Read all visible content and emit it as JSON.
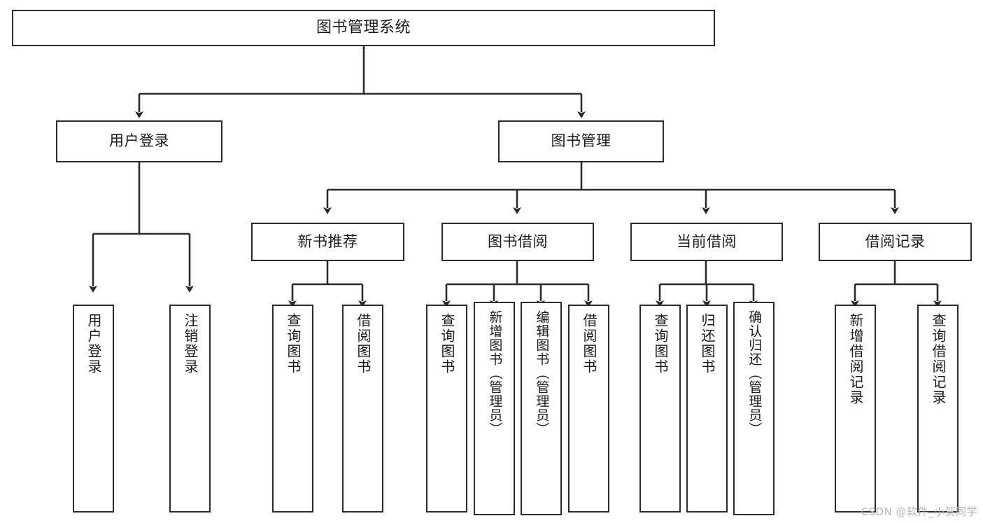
{
  "diagram": {
    "title": "图书管理系统",
    "type": "tree-hierarchy-chart",
    "watermark": "CSDN @软件_小贺同学",
    "colors": {
      "stroke": "#2b2b2b",
      "fill": "#ffffff",
      "text": "#1a1a1a",
      "watermark": "#b6b6b6"
    },
    "nodes": {
      "root": "图书管理系统",
      "level2": {
        "user_login": "用户登录",
        "book_manage": "图书管理"
      },
      "level3": {
        "new_book_rec": "新书推荐",
        "book_borrow": "图书借阅",
        "current_borrow": "当前借阅",
        "borrow_record": "借阅记录"
      },
      "leaves": {
        "user_login_children": [
          "用户登录",
          "注销登录"
        ],
        "new_book_rec_children": [
          "查询图书",
          "借阅图书"
        ],
        "book_borrow_children": [
          "查询图书",
          "新增图书（管理员）",
          "编辑图书（管理员）",
          "借阅图书"
        ],
        "current_borrow_children": [
          "查询图书",
          "归还图书",
          "确认归还（管理员）"
        ],
        "borrow_record_children": [
          "新增借阅记录",
          "查询借阅记录"
        ]
      }
    }
  }
}
